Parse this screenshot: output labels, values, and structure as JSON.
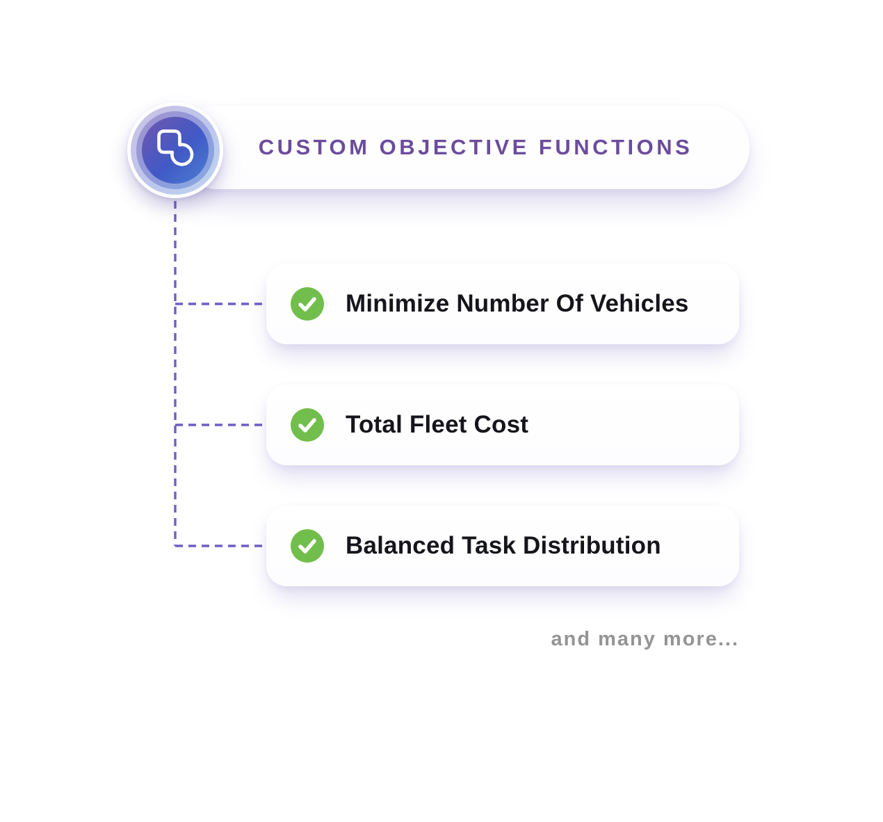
{
  "diagram": {
    "header": {
      "title": "CUSTOM OBJECTIVE FUNCTIONS",
      "title_color": "#6B4C9D",
      "icon": "infinity-loop-logo-icon",
      "icon_gradient": [
        "#7157AE",
        "#4159C6",
        "#4B7FD2"
      ]
    },
    "items": [
      {
        "label": "Minimize Number Of Vehicles",
        "icon": "check-icon"
      },
      {
        "label": "Total Fleet Cost",
        "icon": "check-icon"
      },
      {
        "label": "Balanced Task Distribution",
        "icon": "check-icon"
      }
    ],
    "footer_note": "and many more...",
    "colors": {
      "check_green": "#72BE4C",
      "connector_purple": "#6E5DC6",
      "footer_gray": "#949494",
      "card_background": "#FFFFFF"
    }
  }
}
